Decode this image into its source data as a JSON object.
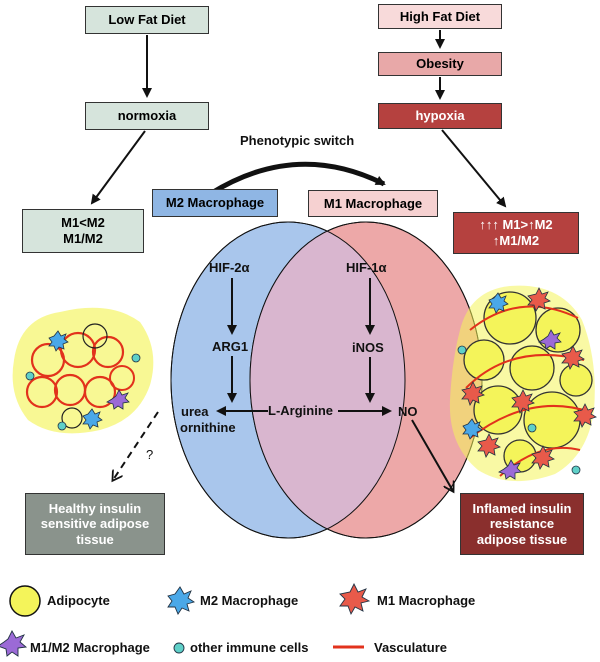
{
  "diets": {
    "low": "Low Fat Diet",
    "high": "High Fat Diet"
  },
  "states": {
    "normoxia": "normoxia",
    "obesity": "Obesity",
    "hypoxia": "hypoxia"
  },
  "switch_label": "Phenotypic switch",
  "macrophages": {
    "m2": "M2 Macrophage",
    "m1": "M1 Macrophage"
  },
  "ratios": {
    "lean_line1": "M1<M2",
    "lean_line2": "M1/M2",
    "obese_line1": "↑↑↑ M1>↑M2",
    "obese_line2": "↑M1/M2"
  },
  "pathway": {
    "hif2": "HIF-2α",
    "arg1": "ARG1",
    "urea": "urea",
    "ornithine": "ornithine",
    "arginine": "L-Arginine",
    "hif1": "HIF-1α",
    "inos": "iNOS",
    "no": "NO",
    "question": "?"
  },
  "outcomes": {
    "healthy": "Healthy insulin sensitive adipose tissue",
    "inflamed": "Inflamed insulin resistance adipose tissue"
  },
  "legend": {
    "adipocyte": "Adipocyte",
    "m2": "M2 Macrophage",
    "m1": "M1 Macrophage",
    "m1m2": "M1/M2 Macrophage",
    "immune": "other immune cells",
    "vasculature": "Vasculature"
  },
  "colors": {
    "green_box": "#d6e4dc",
    "pink_light": "#f8d8d8",
    "pink_mid": "#e8a8a8",
    "red_dark": "#b5413f",
    "blue_box": "#8fb6e4",
    "pink_box": "#f6d1d1",
    "ellipse_blue": "#a9c6ec",
    "ellipse_pink": "#eda8a8",
    "overlap": "#d9b6cf",
    "healthy_box": "#8a938c",
    "inflamed_box": "#8a2f2d",
    "adipocyte_yellow": "#f4f45a",
    "vessel_red": "#e2321c"
  }
}
